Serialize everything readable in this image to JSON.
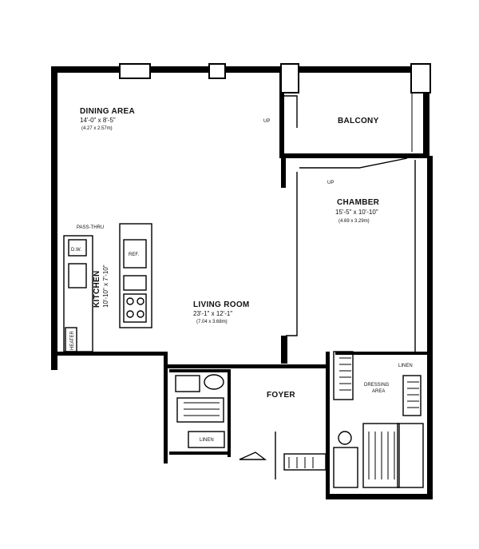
{
  "rooms": {
    "dining_area": {
      "name": "DINING AREA",
      "dims": "14'-0\" x 8'-5\"",
      "metric": "(4.27 x 2.57m)"
    },
    "living_room": {
      "name": "LIVING ROOM",
      "dims": "23'-1\" x 12'-1\"",
      "metric": "(7.04 x 3.68m)"
    },
    "kitchen": {
      "name": "KITCHEN",
      "dims": "10'-10\" x 7'-10\""
    },
    "chamber": {
      "name": "CHAMBER",
      "dims": "15'-5\" x 10'-10\"",
      "metric": "(4.69 x 3.29m)"
    },
    "balcony": {
      "name": "BALCONY"
    },
    "foyer": {
      "name": "FOYER"
    },
    "dressing_area": {
      "name": "DRESSING",
      "sub": "AREA"
    }
  },
  "labels": {
    "up_1": "UP",
    "up_2": "UP",
    "pass_thru": "PASS-THRU",
    "dw": "D.W.",
    "ref": "REF.",
    "linen_1": "LINEN",
    "linen_2": "LINEN",
    "heater": "HEATER"
  },
  "colors": {
    "wall": "#000000",
    "background": "#ffffff"
  }
}
